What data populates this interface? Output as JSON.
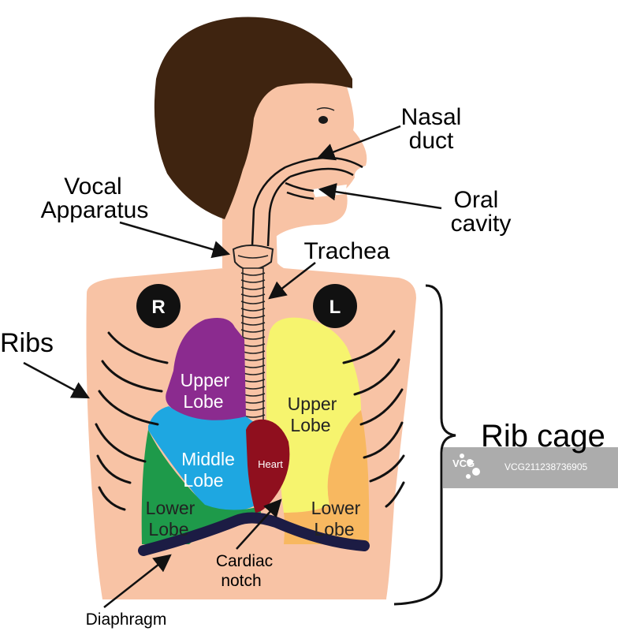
{
  "labels": {
    "nasal_duct": [
      "Nasal",
      "duct"
    ],
    "oral_cavity": [
      "Oral",
      "cavity"
    ],
    "vocal_apparatus": [
      "Vocal",
      "Apparatus"
    ],
    "trachea": "Trachea",
    "ribs": "Ribs",
    "rib_cage": "Rib cage",
    "right_marker": "R",
    "left_marker": "L",
    "right_upper_lobe": [
      "Upper",
      "Lobe"
    ],
    "right_middle_lobe": [
      "Middle",
      "Lobe"
    ],
    "right_lower_lobe": [
      "Lower",
      "Lobe"
    ],
    "left_upper_lobe": [
      "Upper",
      "Lobe"
    ],
    "left_lower_lobe": [
      "Lower",
      "Lobe"
    ],
    "heart": "Heart",
    "cardiac_notch": [
      "Cardiac",
      "notch"
    ],
    "diaphragm": "Diaphragm"
  },
  "watermark": {
    "brand": "VCG",
    "id": "VCG211238736905"
  },
  "colors": {
    "skin": "#f8c3a5",
    "hair": "#3f2410",
    "right_upper_lobe": "#8b2b8f",
    "right_middle_lobe": "#1ea7e1",
    "right_lower_lobe": "#1e9a4a",
    "left_upper_lobe": "#f6f46e",
    "left_lower_lobe": "#f8b860",
    "heart": "#8f0f1e",
    "diaphragm": "#1c1c44"
  }
}
